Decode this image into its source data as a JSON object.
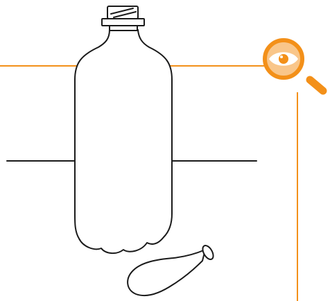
{
  "colors": {
    "accent": "#F39019",
    "outline": "#1A1A1A",
    "background": "#FFFFFF",
    "magnifier_lens": "#F9C68A"
  },
  "icons": {
    "observe": "magnifier-eye-icon"
  },
  "illustration": {
    "objects": [
      "plastic-bottle",
      "deflated-balloon"
    ],
    "lines": [
      "orange-guide-lines",
      "black-table-line"
    ]
  }
}
